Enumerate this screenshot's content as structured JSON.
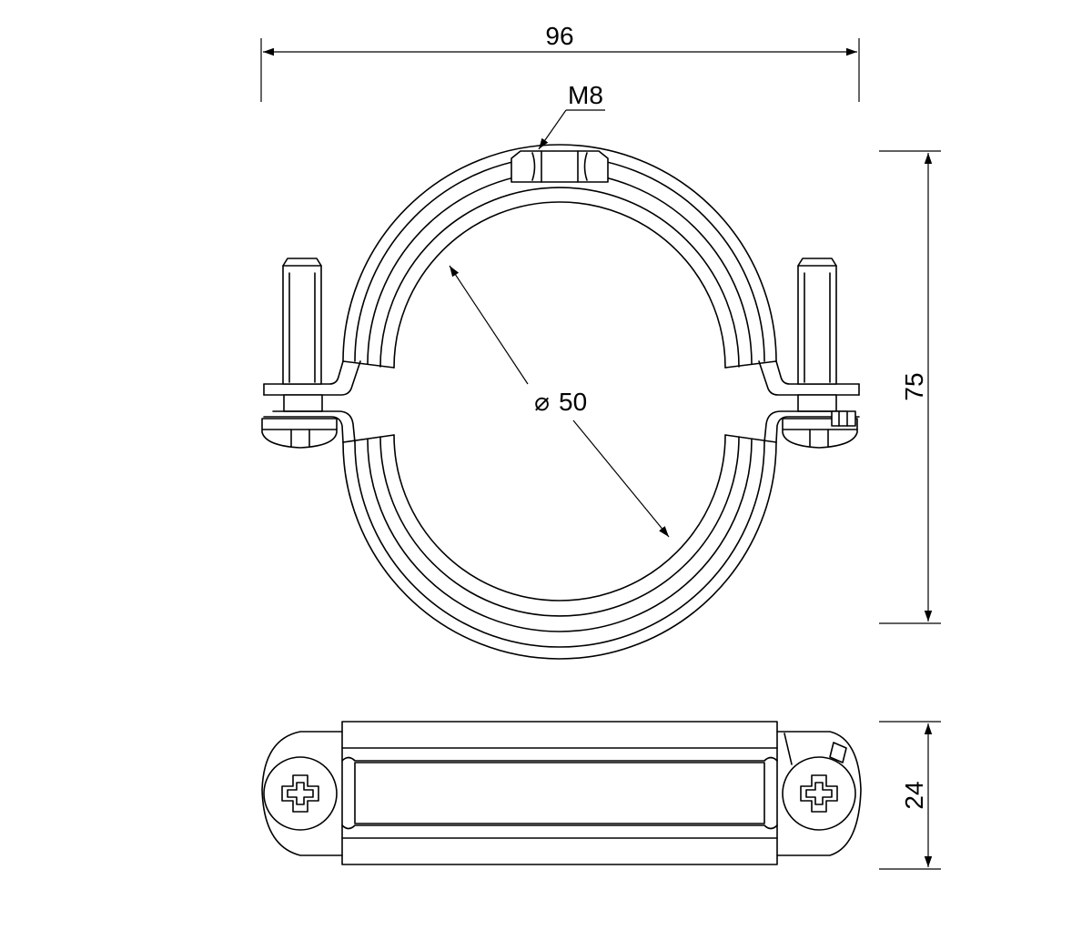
{
  "drawing": {
    "dimensions": {
      "overall_width": "96",
      "thread": "M8",
      "inner_diameter_symbol": "⌀",
      "inner_diameter_value": "50",
      "overall_height": "75",
      "band_width": "24"
    }
  },
  "colors": {
    "line": "#000000",
    "background": "#ffffff"
  }
}
